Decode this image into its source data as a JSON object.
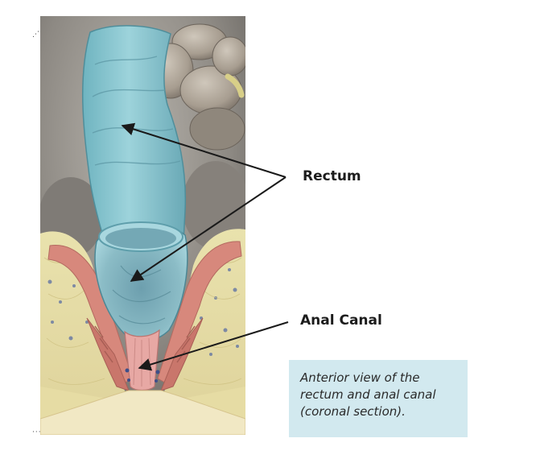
{
  "labels": {
    "rectum": "Rectum",
    "anal_canal": "Anal Canal"
  },
  "caption": {
    "lines": [
      "Anterior view of the",
      "rectum and anal canal",
      "(coronal section)."
    ]
  },
  "colors": {
    "rectum_fill": "#8ec9d2",
    "rectum_shadow": "#5e9eab",
    "anal_canal_fill": "#e8a9a6",
    "fat_fill": "#e8dfa8",
    "muscle_fill": "#d98a7e",
    "background_tissue": "#8a8783",
    "caption_bg": "#d2e9ef",
    "arrow": "#1a1a1a"
  },
  "icons": {
    "top_left_corner": "corner-marker",
    "bottom_left_corner": "corner-marker"
  }
}
